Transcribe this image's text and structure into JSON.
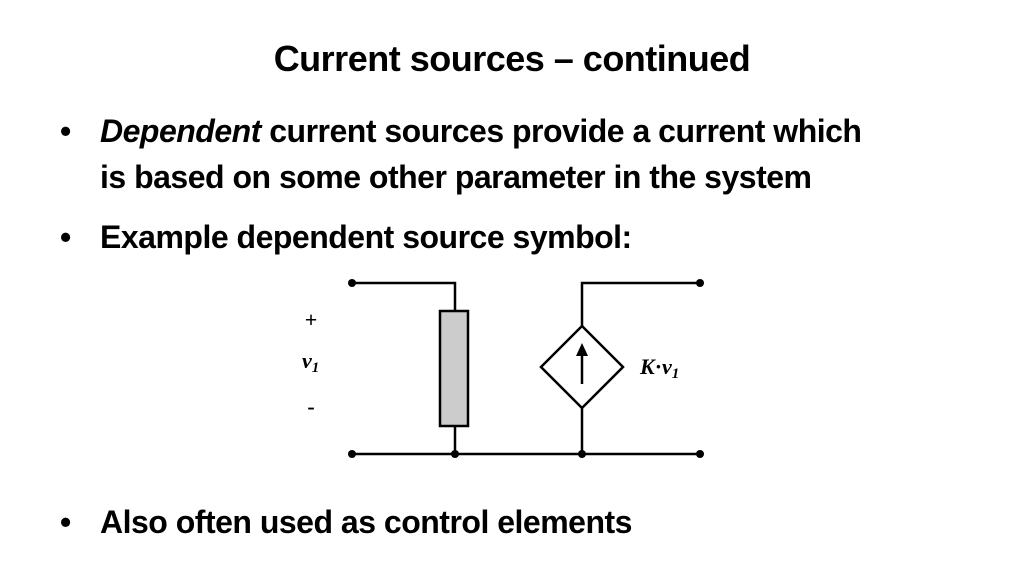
{
  "slide": {
    "title": "Current sources – continued",
    "bullets": [
      {
        "marker": "•",
        "emphasis": "Dependent",
        "text_line1": " current sources provide a current which",
        "text_line2": "is based on some other parameter in the system"
      },
      {
        "marker": "•",
        "text": "Example dependent source symbol:"
      },
      {
        "marker": "•",
        "text": "Also often used as control elements"
      }
    ]
  },
  "circuit": {
    "plus_label": "+",
    "minus_label": "-",
    "voltage_label": "v",
    "voltage_subscript": "1",
    "source_label_k": "K",
    "source_label_dot": "·",
    "source_label_v": "v",
    "source_label_subscript": "1",
    "resistor_fill": "#cccccc",
    "wire_color": "#000000"
  }
}
